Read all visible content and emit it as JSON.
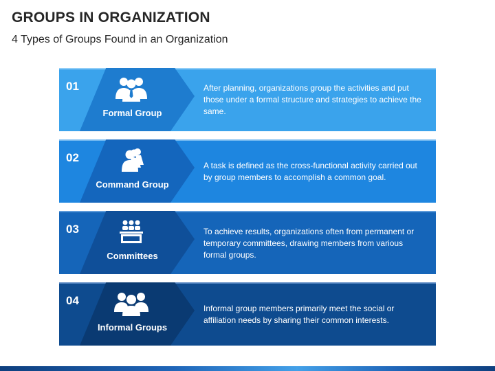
{
  "title": "GROUPS IN ORGANIZATION",
  "subtitle": "4 Types of Groups Found in an Organization",
  "items": [
    {
      "number": "01",
      "label": "Formal Group",
      "icon": "business-people-icon",
      "description": "After planning, organizations group the activities and put those under a formal structure and strategies to achieve the same.",
      "color_bar": "#3aa3ec",
      "color_hex": "#1e7ccf"
    },
    {
      "number": "02",
      "label": "Command Group",
      "icon": "group-silhouettes-icon",
      "description": "A task is defined as the cross-functional activity carried out by group members to accomplish a common goal.",
      "color_bar": "#1e86e0",
      "color_hex": "#1466bd"
    },
    {
      "number": "03",
      "label": "Committees",
      "icon": "committee-table-icon",
      "description": "To achieve results, organizations often from permanent or temporary committees, drawing members from various formal groups.",
      "color_bar": "#1565b9",
      "color_hex": "#0f4f99"
    },
    {
      "number": "04",
      "label": "Informal Groups",
      "icon": "people-group-icon",
      "description": "Informal group members primarily meet the social or affiliation needs by sharing their common interests.",
      "color_bar": "#0e4b8f",
      "color_hex": "#0a3a72"
    }
  ]
}
